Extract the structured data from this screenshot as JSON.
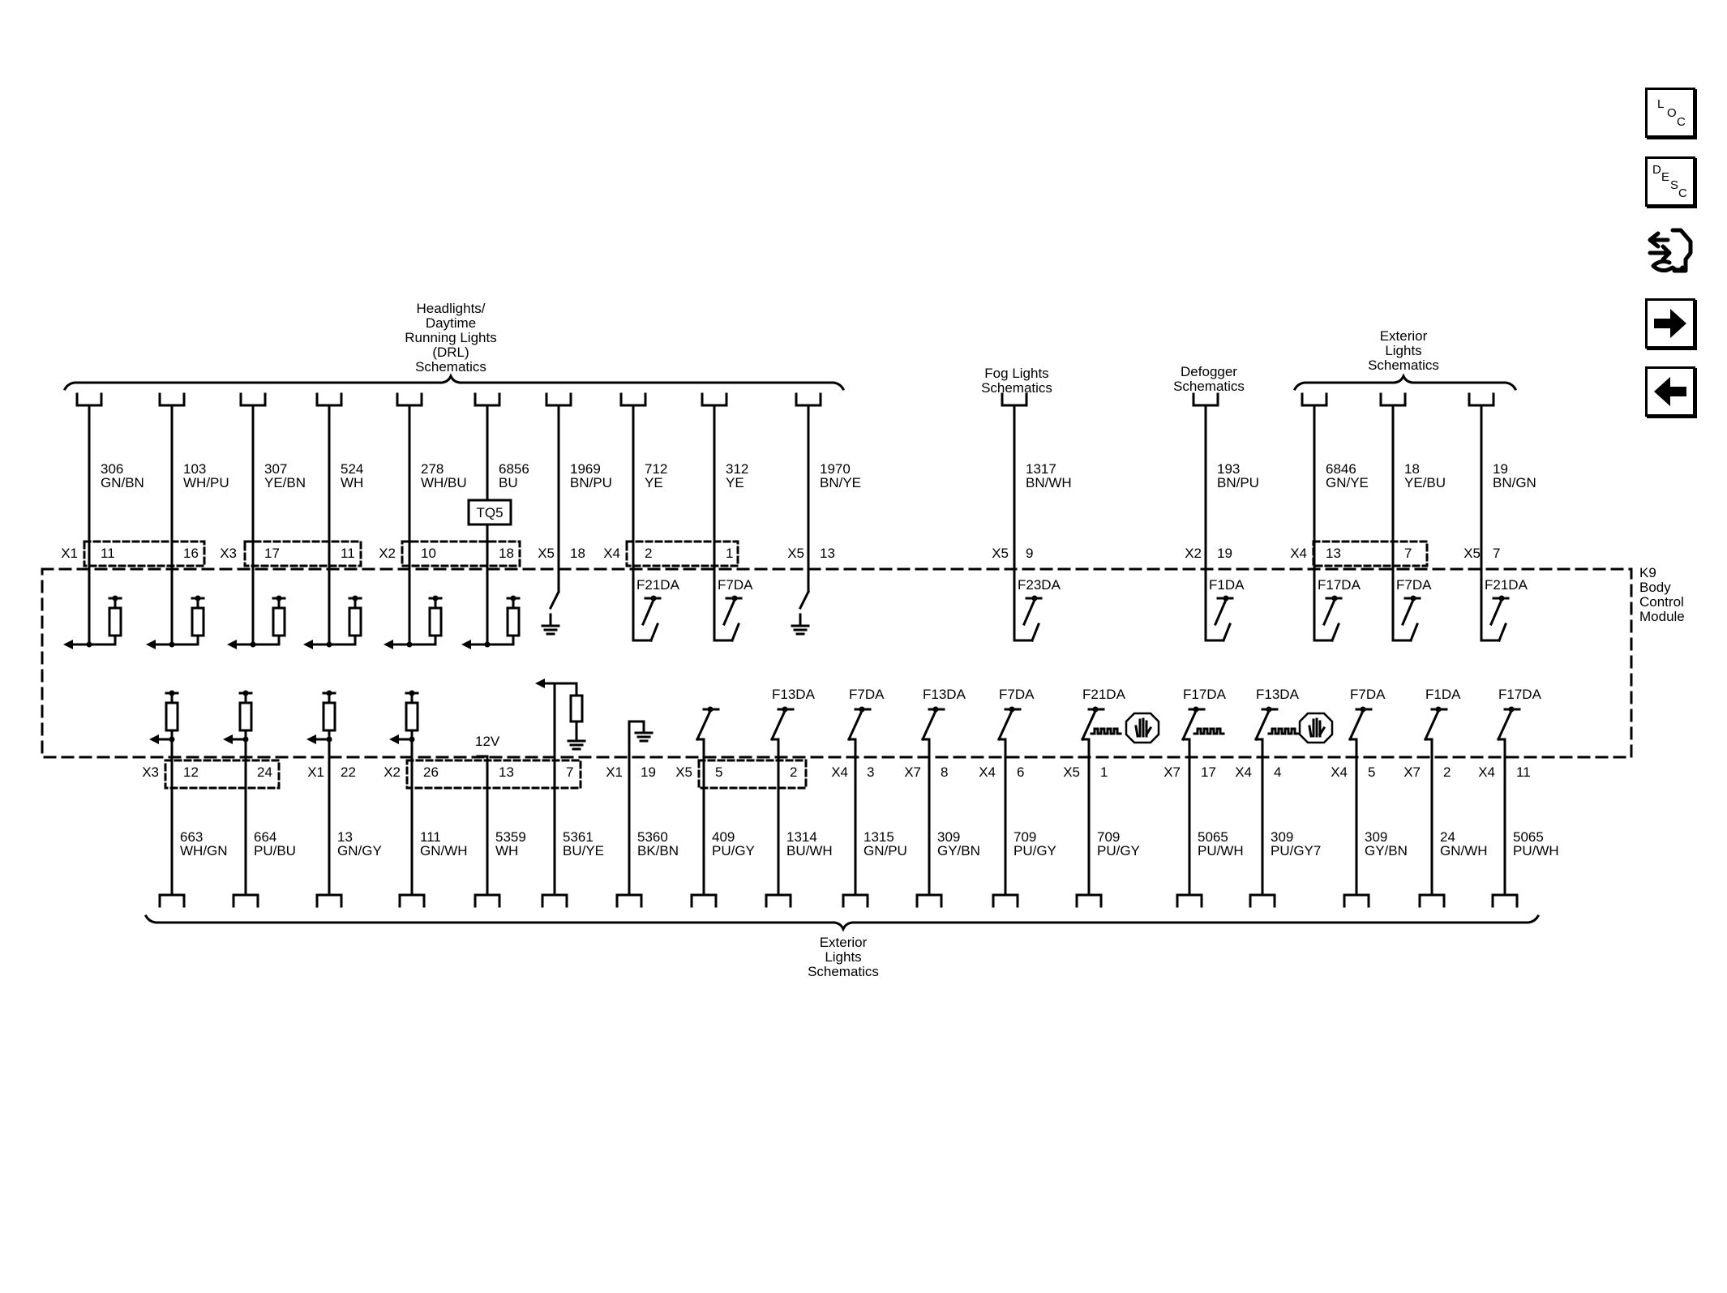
{
  "nav": {
    "loc": [
      "L",
      "O",
      "C"
    ],
    "desc": [
      "D",
      "E",
      "S",
      "C"
    ],
    "icons": [
      "loc-icon",
      "desc-icon",
      "connector-repair-icon",
      "next-arrow-icon",
      "previous-arrow-icon"
    ]
  },
  "module": {
    "lines": [
      "K9",
      "Body",
      "Control",
      "Module"
    ]
  },
  "top_groups": [
    {
      "lines": [
        "Headlights/",
        "Daytime",
        "Running Lights",
        "(DRL)",
        "Schematics"
      ]
    },
    {
      "lines": [
        "Fog Lights",
        "Schematics"
      ]
    },
    {
      "lines": [
        "Defogger",
        "Schematics"
      ]
    },
    {
      "lines": [
        "Exterior",
        "Lights",
        "Schematics"
      ]
    }
  ],
  "bottom_group": {
    "lines": [
      "Exterior",
      "Lights",
      "Schematics"
    ]
  },
  "inline_component": "TQ5",
  "voltage_label": "12V",
  "top_connectors": [
    "X1",
    "X3",
    "X2",
    "X5",
    "X4",
    "X5",
    "X5",
    "X2",
    "X4",
    "X5"
  ],
  "bottom_connectors": [
    "X3",
    "X1",
    "X2",
    "X1",
    "X5",
    "X4",
    "X7",
    "X4",
    "X5",
    "X7",
    "X4",
    "X4",
    "X7",
    "X4"
  ],
  "top_wires": [
    {
      "circuit": "306",
      "color": "GN/BN",
      "pin": "11"
    },
    {
      "circuit": "103",
      "color": "WH/PU",
      "pin": "16"
    },
    {
      "circuit": "307",
      "color": "YE/BN",
      "pin": "17"
    },
    {
      "circuit": "524",
      "color": "WH",
      "pin": "11"
    },
    {
      "circuit": "278",
      "color": "WH/BU",
      "pin": "10"
    },
    {
      "circuit": "6856",
      "color": "BU",
      "pin": "18"
    },
    {
      "circuit": "1969",
      "color": "BN/PU",
      "pin": "18"
    },
    {
      "circuit": "712",
      "color": "YE",
      "pin": "2",
      "fuse": "F21DA"
    },
    {
      "circuit": "312",
      "color": "YE",
      "pin": "1",
      "fuse": "F7DA"
    },
    {
      "circuit": "1970",
      "color": "BN/YE",
      "pin": "13"
    },
    {
      "circuit": "1317",
      "color": "BN/WH",
      "pin": "9",
      "fuse": "F23DA"
    },
    {
      "circuit": "193",
      "color": "BN/PU",
      "pin": "19",
      "fuse": "F1DA"
    },
    {
      "circuit": "6846",
      "color": "GN/YE",
      "pin": "13",
      "fuse": "F17DA"
    },
    {
      "circuit": "18",
      "color": "YE/BU",
      "pin": "7",
      "fuse": "F7DA"
    },
    {
      "circuit": "19",
      "color": "BN/GN",
      "pin": "7",
      "fuse": "F21DA"
    }
  ],
  "bottom_wires": [
    {
      "circuit": "663",
      "color": "WH/GN",
      "pin": "12"
    },
    {
      "circuit": "664",
      "color": "PU/BU",
      "pin": "24"
    },
    {
      "circuit": "13",
      "color": "GN/GY",
      "pin": "22"
    },
    {
      "circuit": "111",
      "color": "GN/WH",
      "pin": "26"
    },
    {
      "circuit": "5359",
      "color": "WH",
      "pin": "13"
    },
    {
      "circuit": "5361",
      "color": "BU/YE",
      "pin": "7"
    },
    {
      "circuit": "5360",
      "color": "BK/BN",
      "pin": "19"
    },
    {
      "circuit": "409",
      "color": "PU/GY",
      "pin": "5"
    },
    {
      "circuit": "1314",
      "color": "BU/WH",
      "pin": "2",
      "fuse": "F13DA"
    },
    {
      "circuit": "1315",
      "color": "GN/PU",
      "pin": "3",
      "fuse": "F7DA"
    },
    {
      "circuit": "309",
      "color": "GY/BN",
      "pin": "8",
      "fuse": "F13DA"
    },
    {
      "circuit": "709",
      "color": "PU/GY",
      "pin": "6",
      "fuse": "F7DA"
    },
    {
      "circuit": "709",
      "color": "PU/GY",
      "pin": "1",
      "fuse": "F21DA"
    },
    {
      "circuit": "5065",
      "color": "PU/WH",
      "pin": "17",
      "fuse": "F17DA"
    },
    {
      "circuit": "309",
      "color": "PU/GY7",
      "pin": "4",
      "fuse": "F13DA"
    },
    {
      "circuit": "309",
      "color": "GY/BN",
      "pin": "5",
      "fuse": "F7DA"
    },
    {
      "circuit": "24",
      "color": "GN/WH",
      "pin": "2",
      "fuse": "F1DA"
    },
    {
      "circuit": "5065",
      "color": "PU/WH",
      "pin": "11",
      "fuse": "F17DA"
    }
  ]
}
